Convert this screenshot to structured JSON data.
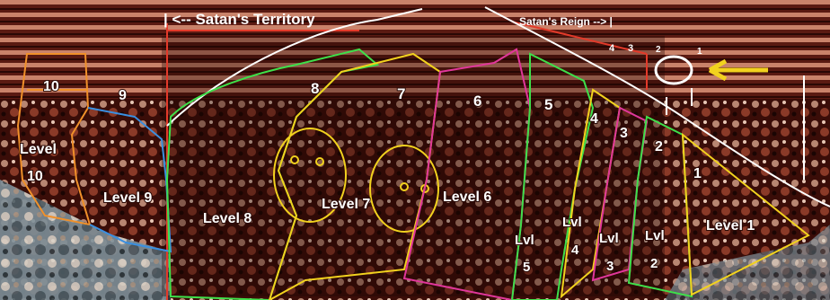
{
  "header": {
    "territory": "| <-- Satan's Territory",
    "reign": "Satan's Reign --> |",
    "marker_4": "4",
    "marker_3": "3",
    "marker_2": "2",
    "marker_1": "1"
  },
  "regions": {
    "n10": "10",
    "level10_a": "Level",
    "level10_b": "10",
    "n9": "9",
    "level9": "Level 9",
    "n8": "8",
    "level8": "Level 8",
    "n7": "7",
    "level7": "Level 7",
    "n6": "6",
    "level6": "Level 6",
    "n5": "5",
    "lvl5_a": "Lvl",
    "lvl5_b": "5",
    "n4": "4",
    "lvl4_a": "Lvl",
    "lvl4_b": "4",
    "n3": "3",
    "lvl3_a": "Lvl",
    "lvl3_b": "3",
    "n2": "2",
    "lvl2_a": "Lvl",
    "lvl2_b": "2",
    "n1": "1",
    "level1": "Level 1"
  },
  "colors": {
    "orange": "#f0902a",
    "blue": "#3a8fe0",
    "green": "#3ee04a",
    "yellow": "#f2d21e",
    "magenta": "#e0379a",
    "white": "#ffffff",
    "red": "#e23a2a"
  }
}
